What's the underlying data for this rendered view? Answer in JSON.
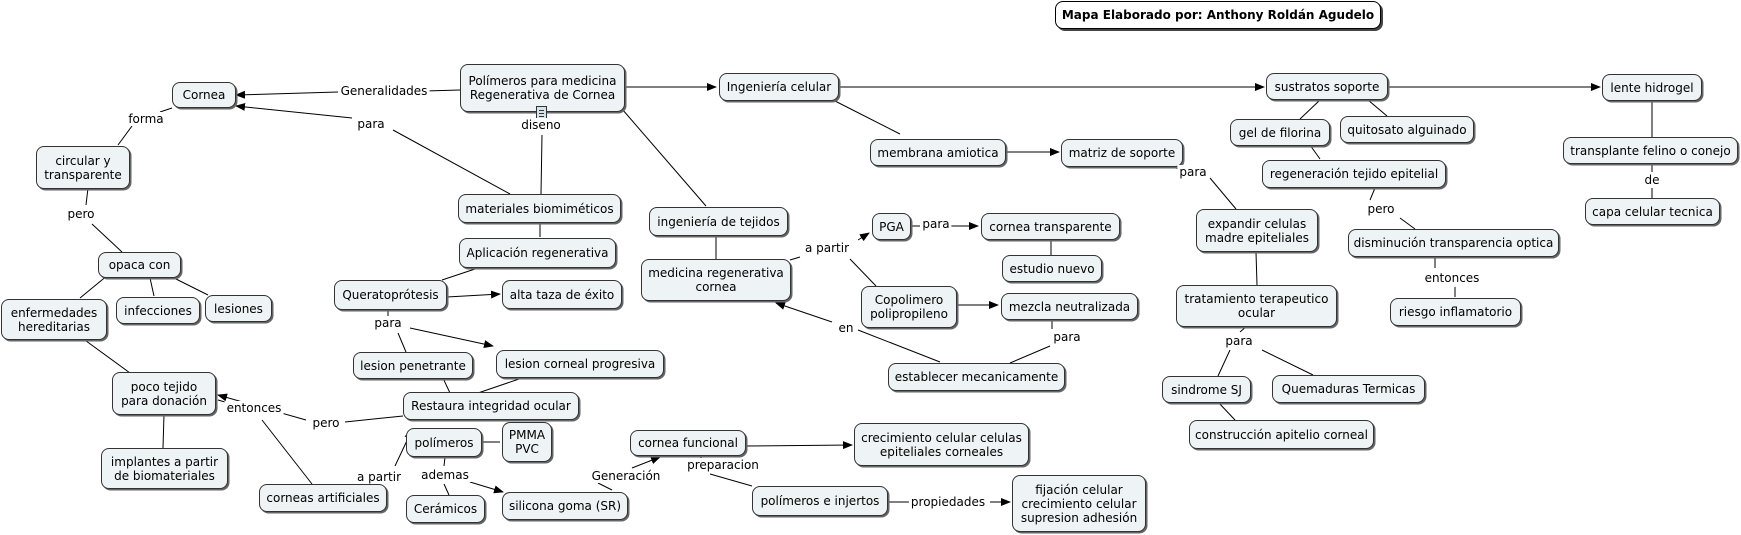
{
  "title": "Mapa Elaborado por: Anthony Roldán Agudelo",
  "nodes": {
    "cornea": "Cornea",
    "polimeros_medicina": "Polímeros para medicina\nRegenerativa de Cornea",
    "ingenieria_celular": "Ingeniería celular",
    "sustratos_soporte": "sustratos soporte",
    "lente_hidrogel": "lente hidrogel",
    "circular_transparente": "circular y\ntransparente",
    "gel_filorina": "gel de filorina",
    "quitosato": "quitosato alguinado",
    "transplante_felino": "transplante felino o conejo",
    "membrana_amiotica": "membrana amiotica",
    "matriz_soporte": "matriz de soporte",
    "regeneracion_epitelial": "regeneración tejido epitelial",
    "capa_celular": "capa celular tecnica",
    "materiales_biomimeticos": "materiales biomiméticos",
    "ingenieria_tejidos": "ingeniería de tejidos",
    "expandir_celulas": "expandir celulas\nmadre epiteliales",
    "pga": "PGA",
    "cornea_transparente": "cornea transparente",
    "disminucion_transparencia": "disminución transparencia optica",
    "opaca_con": "opaca con",
    "aplicacion_regenerativa": "Aplicación regenerativa",
    "medicina_regenerativa": "medicina regenerativa\ncornea",
    "estudio_nuevo": "estudio nuevo",
    "queratoprotesis": "Queratoprótesis",
    "alta_taza": "alta taza de éxito",
    "enfermedades": "enfermedades\nhereditarias",
    "infecciones": "infecciones",
    "lesiones": "lesiones",
    "copolimero": "Copolimero\npolipropileno",
    "mezcla": "mezcla neutralizada",
    "tratamiento": "tratamiento terapeutico\nocular",
    "riesgo": "riesgo inflamatorio",
    "lesion_penetrante": "lesion penetrante",
    "lesion_progresiva": "lesion corneal progresiva",
    "establecer": "establecer mecanicamente",
    "poco_tejido": "poco tejido\npara donación",
    "restaura": "Restaura integridad ocular",
    "sindrome": "sindrome SJ",
    "quemaduras": "Quemaduras Termicas",
    "polimeros": "polímeros",
    "pmma": "PMMA\nPVC",
    "cornea_funcional": "cornea funcional",
    "crecimiento_celular": "crecimiento celular celulas\nepiteliales corneales",
    "construccion": "construcción apitelio corneal",
    "implantes": "implantes a partir\nde biomateriales",
    "corneas_artificiales": "corneas artificiales",
    "ceramicos": "Cerámicos",
    "silicona": "silicona goma (SR)",
    "polimeros_injertos": "polímeros e injertos",
    "fijacion": "fijación celular\ncrecimiento celular\nsupresion adhesión"
  },
  "labels": {
    "generalidades": "Generalidades",
    "forma": "forma",
    "para_1": "para",
    "diseno": "diseno",
    "pero_1": "pero",
    "para_2": "para",
    "a_partir_1": "a partir",
    "para_3": "para",
    "pero_2": "pero",
    "entonces_1": "entonces",
    "para_4": "para",
    "en": "en",
    "para_5": "para",
    "para_6": "para",
    "entonces_2": "entonces",
    "pero_3": "pero",
    "a_partir_2": "a partir",
    "ademas": "ademas",
    "generacion": "Generación",
    "preparacion": "preparacion",
    "propiedades": "propiedades",
    "de": "de"
  },
  "colors": {
    "node_fill": "#eef3f5",
    "stroke": "#000000"
  }
}
